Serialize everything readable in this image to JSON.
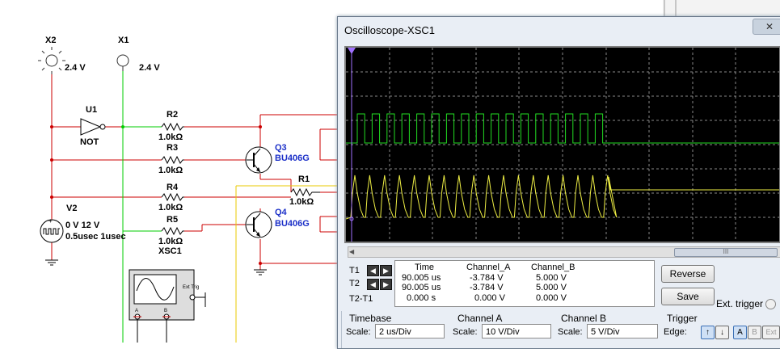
{
  "schematic": {
    "x2": {
      "label": "X2",
      "voltage": "2.4 V"
    },
    "x1": {
      "label": "X1",
      "voltage": "2.4 V"
    },
    "u1": {
      "label": "U1",
      "type": "NOT"
    },
    "r2": {
      "label": "R2",
      "value": "1.0kΩ"
    },
    "r3": {
      "label": "R3",
      "value": "1.0kΩ"
    },
    "r4": {
      "label": "R4",
      "value": "1.0kΩ"
    },
    "r5": {
      "label": "R5",
      "value": "1.0kΩ"
    },
    "r1": {
      "label": "R1",
      "value": "1.0kΩ"
    },
    "q3": {
      "label": "Q3",
      "model": "BU406G"
    },
    "q4": {
      "label": "Q4",
      "model": "BU406G"
    },
    "v2": {
      "label": "V2",
      "line1": "0 V 12 V",
      "line2": "0.5usec 1usec"
    },
    "xsc1": {
      "label": "XSC1",
      "ext_trig": "Ext Trig",
      "pin_a": "A",
      "pin_b": "B"
    }
  },
  "oscilloscope": {
    "title": "Oscilloscope-XSC1",
    "close": "✕",
    "scroll_thumb": "III",
    "readout": {
      "headers": {
        "time": "Time",
        "ch_a": "Channel_A",
        "ch_b": "Channel_B"
      },
      "rows": [
        {
          "label": "T1",
          "time": "90.005 us",
          "ch_a": "-3.784 V",
          "ch_b": "5.000 V"
        },
        {
          "label": "T2",
          "time": "90.005 us",
          "ch_a": "-3.784 V",
          "ch_b": "5.000 V"
        },
        {
          "label": "T2-T1",
          "time": "0.000 s",
          "ch_a": "0.000 V",
          "ch_b": "0.000 V"
        }
      ]
    },
    "buttons": {
      "reverse": "Reverse",
      "save": "Save",
      "ext_trigger": "Ext. trigger"
    },
    "timebase": {
      "title": "Timebase",
      "scale_label": "Scale:",
      "scale_value": "2 us/Div"
    },
    "channel_a": {
      "title": "Channel A",
      "scale_label": "Scale:",
      "scale_value": "10  V/Div"
    },
    "channel_b": {
      "title": "Channel B",
      "scale_label": "Scale:",
      "scale_value": "5  V/Div"
    },
    "trigger": {
      "title": "Trigger",
      "edge_label": "Edge:",
      "edge_rise": "↑",
      "edge_fall": "↓",
      "src_a": "A",
      "src_b": "B",
      "src_ext": "Ext"
    }
  },
  "colors": {
    "green_trace": "#22dd22",
    "yellow_trace": "#eeee44",
    "wire_red": "#cc0000",
    "wire_green": "#00cc00",
    "label_blue": "#1c30c8"
  }
}
